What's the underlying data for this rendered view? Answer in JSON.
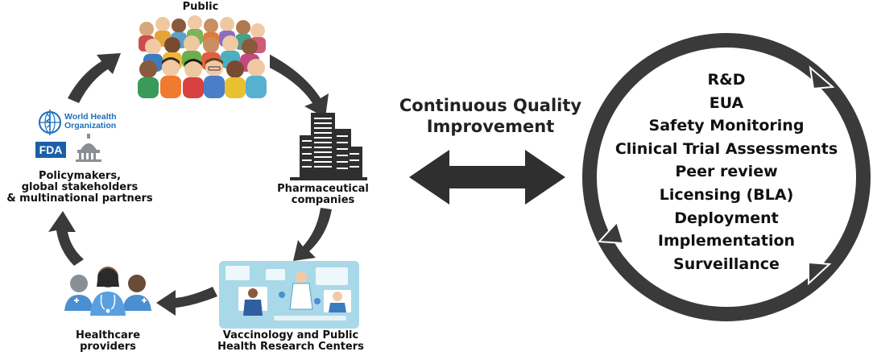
{
  "left_cycle": {
    "nodes": {
      "public": "Public",
      "pharma_line1": "Pharmaceutical",
      "pharma_line2": "companies",
      "research_line1": "Vaccinology and Public",
      "research_line2": "Health Research Centers",
      "healthcare_line1": "Healthcare",
      "healthcare_line2": "providers",
      "policy_line1": "Policymakers,",
      "policy_line2": "global stakeholders",
      "policy_line3": "& multinational partners"
    },
    "logos": {
      "who_line1": "World Health",
      "who_line2": "Organization",
      "fda": "FDA"
    },
    "arrow_color": "#3a3a3a"
  },
  "center": {
    "title_line1": "Continuous Quality",
    "title_line2": "Improvement",
    "double_arrow_icon": "double-headed-arrow"
  },
  "right_cycle": {
    "ring_color": "#3a3a3a",
    "steps": [
      "R&D",
      "EUA",
      "Safety Monitoring",
      "Clinical Trial Assessments",
      "Peer review",
      "Licensing (BLA)",
      "Deployment",
      "Implementation",
      "Surveillance"
    ]
  },
  "colors": {
    "accent_blue": "#4a8fd1",
    "research_panel": "#a9d8e8",
    "who_blue": "#1a6fbf"
  }
}
